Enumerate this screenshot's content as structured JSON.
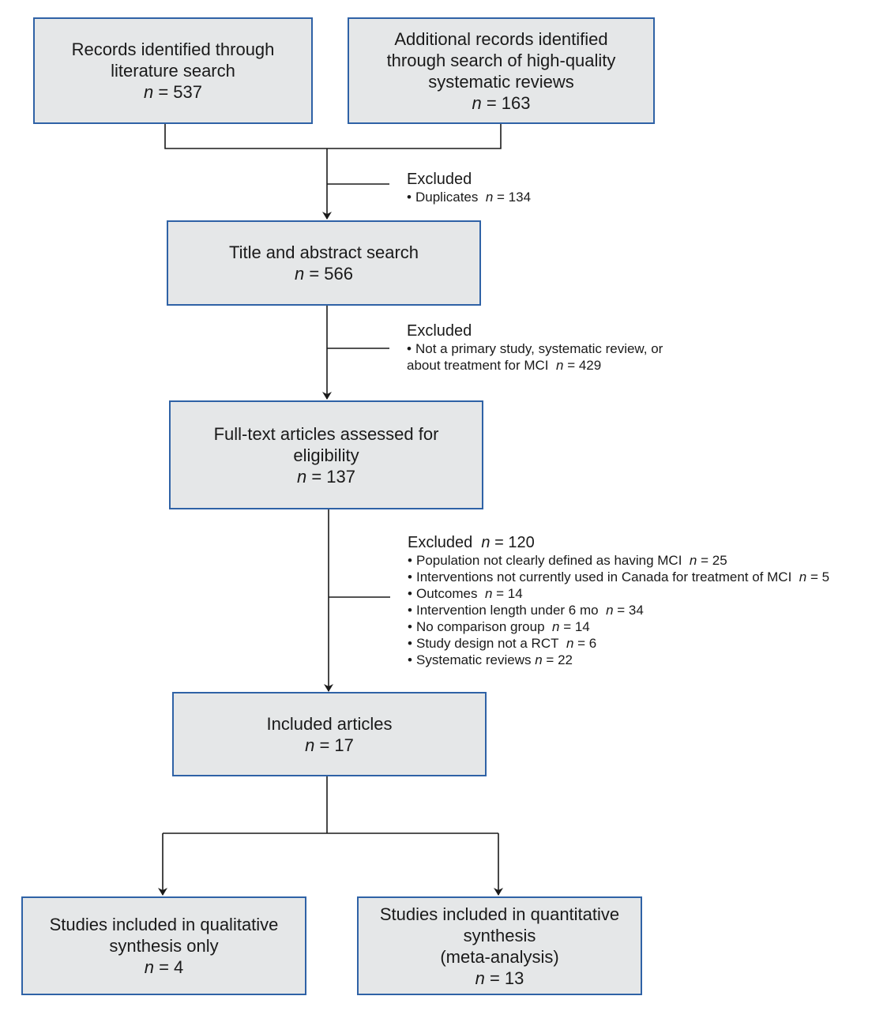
{
  "diagram": {
    "n_symbol": "n",
    "boxes": {
      "records_identified": {
        "lines": [
          "Records identified through",
          "literature search"
        ],
        "n": "= 537"
      },
      "additional_records": {
        "lines": [
          "Additional records identified",
          "through search of high-quality",
          "systematic reviews"
        ],
        "n": "= 163"
      },
      "title_abstract": {
        "lines": [
          "Title and abstract search"
        ],
        "n": "= 566"
      },
      "full_text": {
        "lines": [
          "Full-text articles assessed for",
          "eligibility"
        ],
        "n": "= 137"
      },
      "included": {
        "lines": [
          "Included articles"
        ],
        "n": "= 17"
      },
      "qualitative": {
        "lines": [
          "Studies included in qualitative",
          "synthesis only"
        ],
        "n": "= 4"
      },
      "quantitative": {
        "lines": [
          "Studies included in quantitative",
          "synthesis",
          "(meta-analysis)"
        ],
        "n": "= 13"
      }
    },
    "exclusions": {
      "duplicates": {
        "heading": "Excluded",
        "items": [
          {
            "text": "Duplicates",
            "n": "= 134"
          }
        ]
      },
      "screening": {
        "heading": "Excluded",
        "lines": [
          "Not a primary study, systematic review, or",
          "about treatment for MCI"
        ],
        "n": "= 429"
      },
      "full_text": {
        "heading": "Excluded",
        "heading_n": "= 120",
        "items": [
          {
            "text": "Population not clearly defined as having MCI",
            "n": "= 25"
          },
          {
            "text": "Interventions not currently used in Canada for treatment of MCI",
            "n": "= 5"
          },
          {
            "text": "Outcomes",
            "n": "= 14"
          },
          {
            "text": "Intervention length under 6 mo",
            "n": "= 34"
          },
          {
            "text": "No comparison group",
            "n": "= 14"
          },
          {
            "text": "Study design not a RCT",
            "n": "= 6"
          },
          {
            "text": "Systematic reviews",
            "n": "= 22"
          }
        ]
      }
    },
    "colors": {
      "box_fill": "#e5e7e8",
      "box_border": "#2f62a6",
      "connector": "#1a1a1a"
    }
  }
}
